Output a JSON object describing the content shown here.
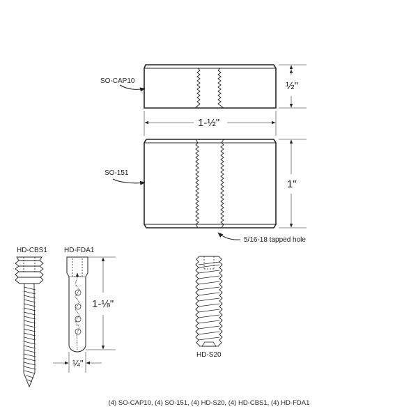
{
  "diagram": {
    "parts": {
      "so_cap10": {
        "label": "SO-CAP10",
        "height_dim": "½\""
      },
      "so_151": {
        "label": "SO-151",
        "height_dim": "1\""
      },
      "width_dim": "1-½\"",
      "tapped_hole_note": "5/16-18 tapped hole",
      "hd_cbs1": {
        "label": "HD-CBS1"
      },
      "hd_fda1": {
        "label": "HD-FDA1",
        "length_dim": "1-⅛\"",
        "diameter_dim": "¼\""
      },
      "hd_s20": {
        "label": "HD-S20"
      }
    },
    "caption": "(4) SO-CAP10, (4) SO-151, (4) HD-S20, (4) HD-CBS1, (4) HD-FDA1",
    "colors": {
      "line": "#222222",
      "dim_line": "#555555",
      "background": "#ffffff"
    }
  }
}
